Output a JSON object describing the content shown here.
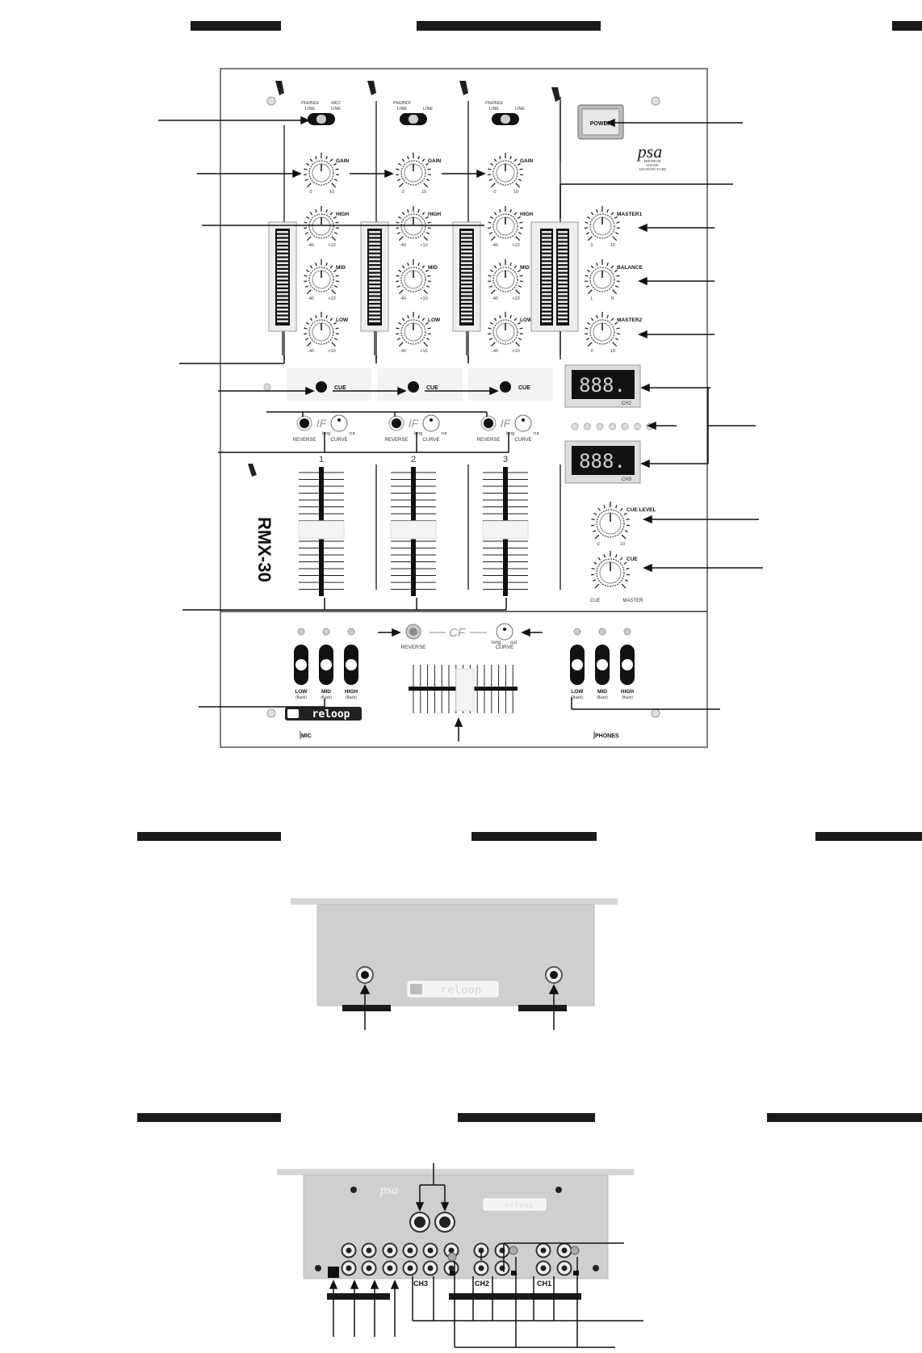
{
  "top_panel": {
    "channels": [
      {
        "number": "1",
        "switch_left": "PHONO/\nLINE",
        "switch_right": "MIC/\nLINE"
      },
      {
        "number": "2",
        "switch_left": "PHONO/\nLINE",
        "switch_right": "LINE"
      },
      {
        "number": "3",
        "switch_left": "PHONO/\nLINE",
        "switch_right": "LINE"
      }
    ],
    "knob_labels": {
      "gain": "GAIN",
      "high": "HIGH",
      "mid": "MID",
      "low": "LOW",
      "gain_min": "0",
      "gain_max": "10",
      "eq_min": "-40",
      "eq_max": "+10"
    },
    "power_label": "POWER",
    "brand_logo": "psa",
    "brand_lines": [
      "PREMIUM",
      "SOUND",
      "ARCHITECTURE"
    ],
    "master1": "MASTER1",
    "balance": "BALANCE",
    "master2": "MASTER2",
    "balance_min": "L",
    "balance_max": "R",
    "cue_label": "CUE",
    "display_ch2_value": "888.",
    "display_ch2_label": "CH2",
    "display_ch3_value": "888.",
    "display_ch3_label": "CH3",
    "if_label": "IF",
    "reverse_label": "REVERSE",
    "curve_label": "CURVE",
    "long_label": "long",
    "cut_label": "cut",
    "model_name": "RMX-30",
    "cue_level": "CUE LEVEL",
    "cue_knob": "CUE",
    "cue_min": "CUE",
    "cue_max": "MASTER",
    "cf_label": "CF",
    "kill_low": "LOW",
    "kill_mid": "MID",
    "kill_high": "HIGH",
    "flash": "(flash)",
    "reloop_logo": "reloop",
    "mic_label": "MIC",
    "phones_label": "PHONES"
  },
  "front_panel": {
    "logo": "reloop"
  },
  "rear_panel": {
    "logo": "reloop",
    "brand_logo": "psa",
    "ch_labels": [
      "CH3",
      "CH2",
      "CH1"
    ]
  },
  "colors": {
    "ink": "#111111",
    "panel": "#f0f0f0",
    "metal": "#d8d8d8",
    "bar": "#1a1a1a"
  }
}
